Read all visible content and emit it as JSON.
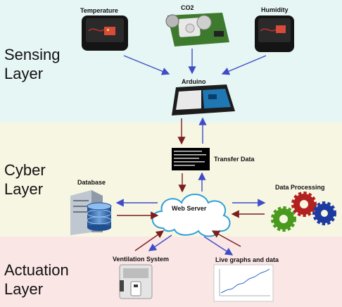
{
  "layers": {
    "sensing": [
      "Sensing",
      "Layer"
    ],
    "cyber": [
      "Cyber",
      "Layer"
    ],
    "actuation": [
      "Actuation",
      "Layer"
    ]
  },
  "nodes": {
    "temperature": "Temperature",
    "co2": "CO2",
    "humidity": "Humidity",
    "arduino": "Arduino",
    "transfer": "Transfer Data",
    "database": "Database",
    "web_server": "Web Server",
    "data_processing": "Data Processing",
    "ventilation": "Ventilation System",
    "live_graphs": "Live graphs and data"
  },
  "colors": {
    "sensing_band": "#e6f6f4",
    "cyber_band": "#f7f6e3",
    "actuation_band": "#fbe6e6",
    "arrow_blue": "#3f4cc8",
    "arrow_red": "#7a1e1e",
    "gear_green": "#4a9a1e",
    "gear_red": "#b32020",
    "gear_blue": "#1c3aa0"
  }
}
